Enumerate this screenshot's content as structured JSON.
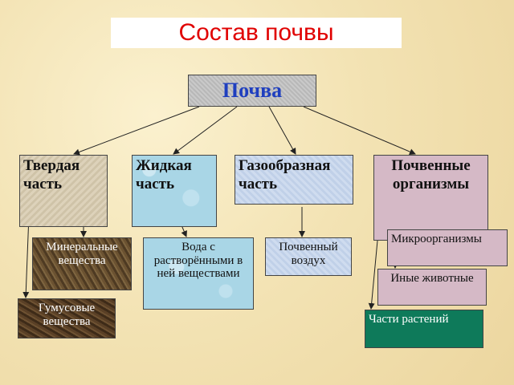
{
  "title": "Состав почвы",
  "root": "Почва",
  "categories": {
    "solid": "Твердая часть",
    "liquid": "Жидкая часть",
    "gas": "Газообразная часть",
    "organisms": "Почвенные организмы"
  },
  "items": {
    "mineral": "Минеральные вещества",
    "humus": "Гумусовые вещества",
    "water": "Вода с растворёнными в ней веществами",
    "air": "Почвенный воздух",
    "micro": "Микроорганизмы",
    "animals": "Иные животные",
    "plants": "Части растений"
  },
  "colors": {
    "title": "#e00000",
    "root_text": "#1f3fbf",
    "plants_bg": "#0e7a5a"
  }
}
